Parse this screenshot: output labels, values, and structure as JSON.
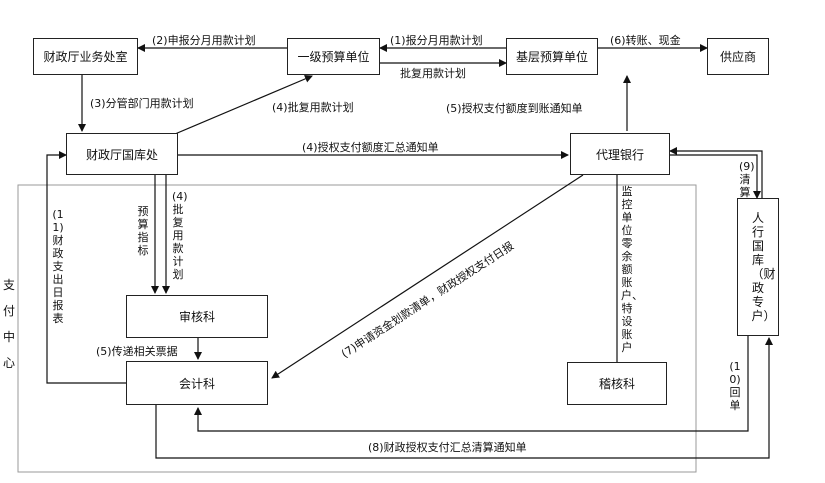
{
  "zone": {
    "label": "支付中心"
  },
  "nodes": {
    "finance_dept": "财政厅业务处室",
    "first_level": "一级预算单位",
    "grassroots": "基层预算单位",
    "supplier": "供应商",
    "treasury_office": "财政厅国库处",
    "agent_bank": "代理银行",
    "audit_section": "审核科",
    "accounting_section": "会计科",
    "inspection_section": "稽核科",
    "pboc_treasury": "人行国库（财政专户）"
  },
  "edges": {
    "e2": "(2)申报分月用款计划",
    "e1": "(1)报分月用款计划",
    "e1b": "批复用款计划",
    "e6": "(6)转账、现金",
    "e3": "(3)分管部门用款计划",
    "e4a": "(4)批复用款计划",
    "e5a": "(5)授权支付额度到账通知单",
    "e4b": "(4)授权支付额度汇总通知单",
    "e9": "(9)清算",
    "e11": "(11)财政支出日报表",
    "budget_index": "预算指标",
    "e4c": "(4)批复用款计划",
    "monitor": "监控单位零余额账户、特设账户",
    "e7": "(7)申请资金划款清单，财政授权支付日报",
    "e5b": "(5)传递相关票据",
    "e10": "(10)回单",
    "e8": "(8)财政授权支付汇总清算通知单"
  }
}
